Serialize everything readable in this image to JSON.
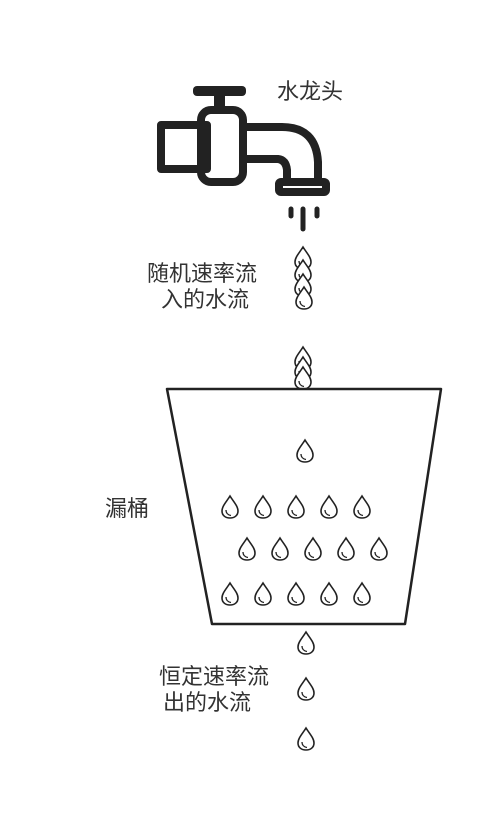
{
  "labels": {
    "faucet": "水龙头",
    "inflow": [
      "随机速率流",
      "入的水流"
    ],
    "bucket": "漏桶",
    "outflow": [
      "恒定速率流",
      "出的水流"
    ]
  },
  "icons": {
    "faucet": "faucet-icon",
    "drop": "water-drop-icon",
    "bucket": "bucket-icon"
  },
  "colors": {
    "stroke": "#222222",
    "text": "#333333",
    "background": "#ffffff"
  }
}
